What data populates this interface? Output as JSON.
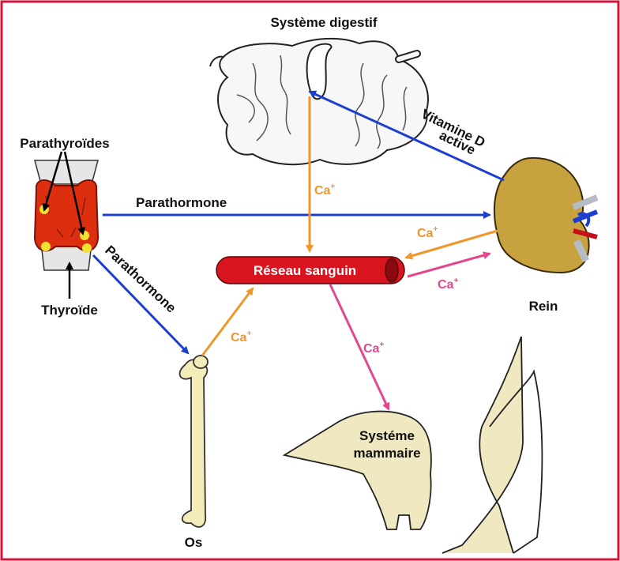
{
  "colors": {
    "frame": "#d4123a",
    "regulation_arrow": "#1d3fcf",
    "calcium_flow_arrow": "#f0962a",
    "calcium_outflow_arrow": "#e2488c",
    "blood_vessel": "#d8141e",
    "kidney": "#c7a23e",
    "thyroid": "#de2e10",
    "parathyroid_glands": "#f2e232",
    "bone": "#f4ecb8",
    "udder": "#f0e8c0",
    "intestine": "#f7f7f7"
  },
  "labels": {
    "digestive_system": "Système digestif",
    "parathyroids": "Parathyroïdes",
    "thyroid": "Thyroïde",
    "kidney": "Rein",
    "bone": "Os",
    "mammary_line1": "Systéme",
    "mammary_line2": "mammaire",
    "blood_network": "Réseau sanguin",
    "vitamin_d_line1": "Vitamine D",
    "vitamin_d_line2": "active",
    "parathormone_to_kidney": "Parathormone",
    "parathormone_to_bone": "Parathormone"
  },
  "calcium_labels": {
    "digestive_to_blood": {
      "base": "Ca",
      "superscript": "+"
    },
    "kidney_to_blood": {
      "base": "Ca",
      "superscript": "+"
    },
    "blood_to_kidney": {
      "base": "Ca",
      "superscript": "+"
    },
    "bone_to_blood": {
      "base": "Ca",
      "superscript": "+"
    },
    "blood_to_mammary": {
      "base": "Ca",
      "superscript": "+"
    }
  },
  "icons": {
    "digestive": "intestine-icon",
    "thyroid": "thyroid-gland-icon",
    "kidney": "kidney-icon",
    "bone": "femur-icon",
    "udder": "udder-icon",
    "vessel": "blood-vessel-icon"
  }
}
